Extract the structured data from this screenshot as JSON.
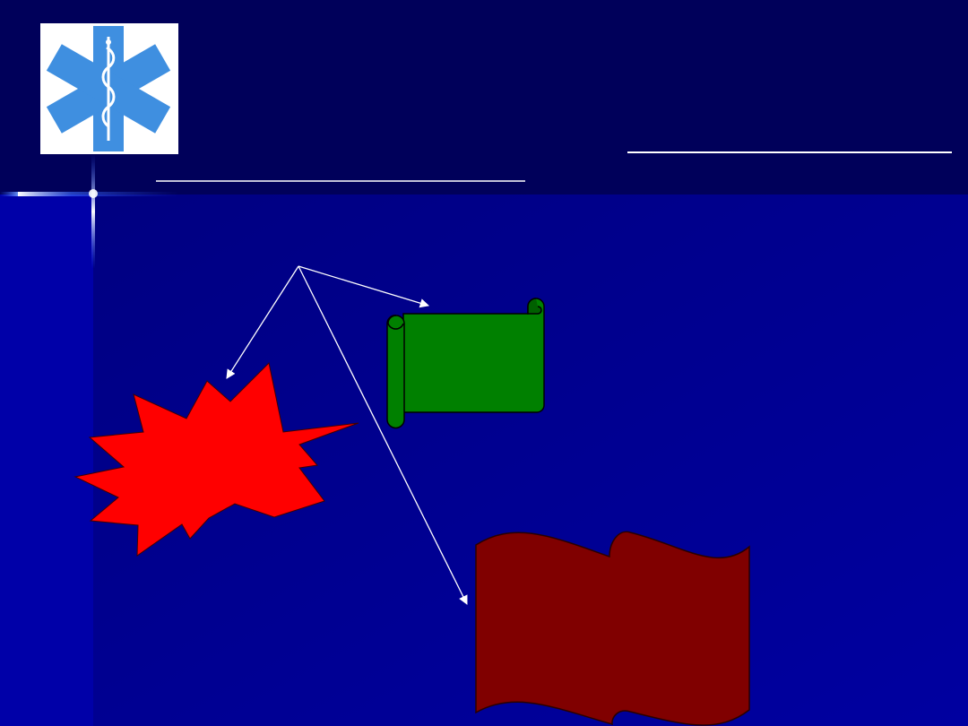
{
  "slide": {
    "colors": {
      "header_bg": "#00005a",
      "content_bg": "#00007a",
      "left_band": "#000070",
      "arrow": "#ffffff",
      "underline": "#ffffff",
      "logo_star": "#3f8fe0",
      "explosion": "#ff0000",
      "scroll": "#008000",
      "flag": "#800000",
      "outline": "#000000"
    },
    "logo": {
      "name": "star-of-life-icon"
    },
    "shapes": [
      {
        "name": "explosion-shape",
        "kind": "explosion"
      },
      {
        "name": "scroll-shape",
        "kind": "horizontal-scroll"
      },
      {
        "name": "wave-flag-shape",
        "kind": "wave"
      }
    ]
  }
}
